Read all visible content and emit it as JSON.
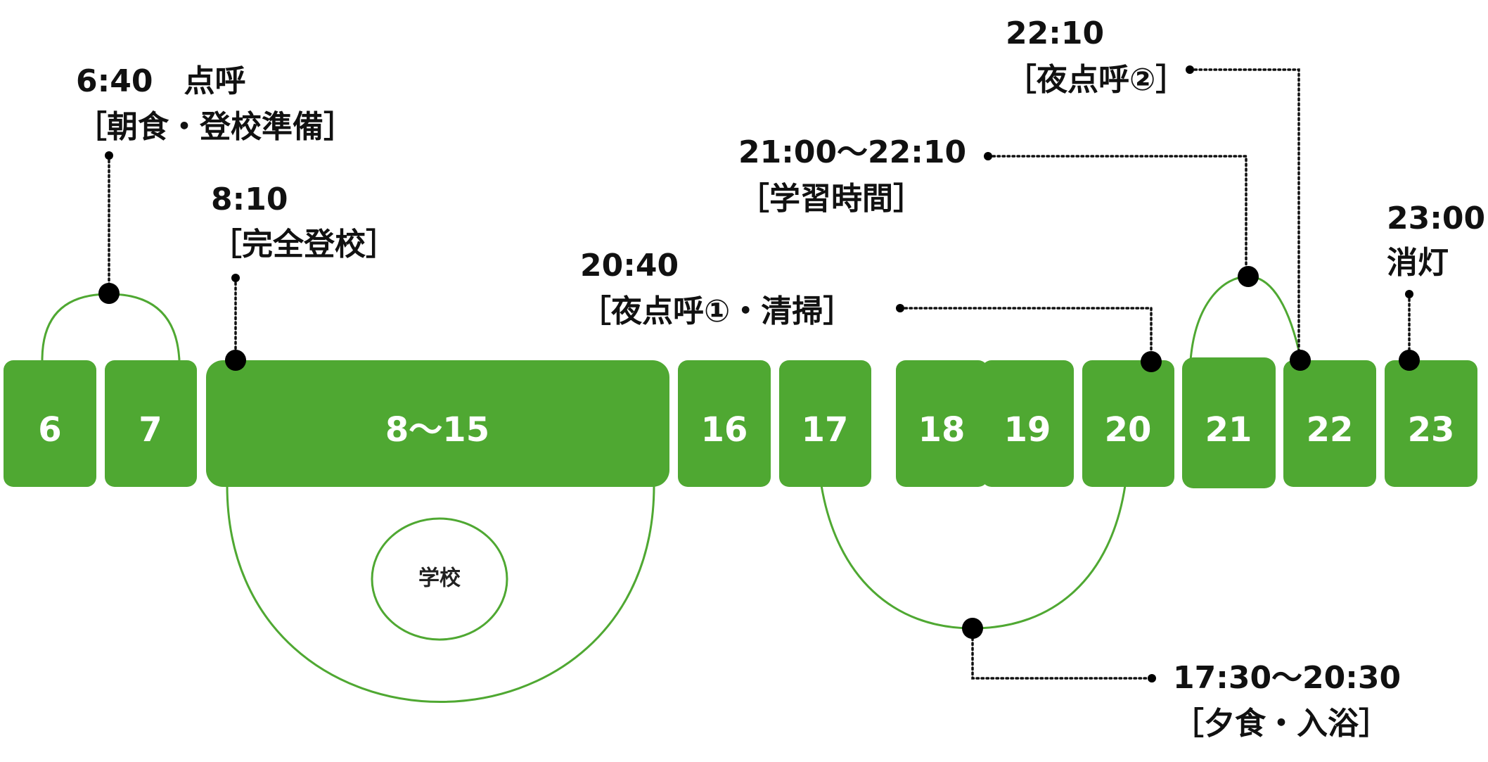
{
  "hours": [
    {
      "id": "6",
      "label": "6"
    },
    {
      "id": "7",
      "label": "7"
    },
    {
      "id": "8-15",
      "label": "8〜15"
    },
    {
      "id": "16",
      "label": "16"
    },
    {
      "id": "17",
      "label": "17"
    },
    {
      "id": "18",
      "label": "18"
    },
    {
      "id": "19",
      "label": "19"
    },
    {
      "id": "20",
      "label": "20"
    },
    {
      "id": "21",
      "label": "21"
    },
    {
      "id": "22",
      "label": "22"
    },
    {
      "id": "23",
      "label": "23"
    }
  ],
  "school": {
    "label": "学校"
  },
  "events": {
    "rollcall_morning": {
      "line1": "6:40　点呼",
      "line2": "［朝食・登校準備］"
    },
    "school_arrival": {
      "line1": "8:10",
      "line2": "［完全登校］"
    },
    "night_rollcall_1": {
      "line1": "20:40",
      "line2": "［夜点呼①・清掃］"
    },
    "study_time": {
      "line1": "21:00〜22:10",
      "line2": "［学習時間］"
    },
    "night_rollcall_2": {
      "line1": "22:10",
      "line2": "［夜点呼②］"
    },
    "lights_out": {
      "line1": "23:00",
      "line2": "消灯"
    },
    "dinner_bath": {
      "line1": "17:30〜20:30",
      "line2": "［夕食・入浴］"
    }
  },
  "colors": {
    "block": "#4fa832",
    "text_on_block": "#ffffff",
    "dot": "#000000"
  }
}
